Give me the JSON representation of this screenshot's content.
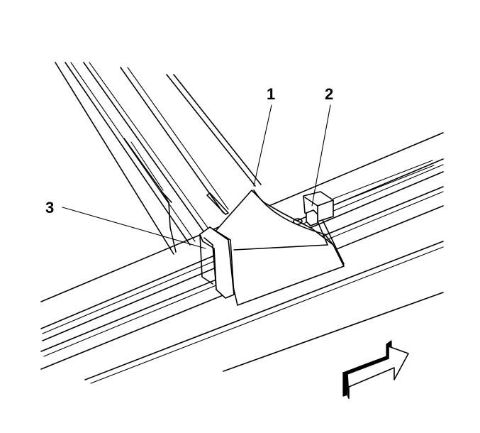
{
  "callouts": [
    {
      "id": "1",
      "label": "1"
    },
    {
      "id": "2",
      "label": "2"
    },
    {
      "id": "3",
      "label": "3"
    }
  ],
  "direction_arrow": {
    "icon": "forward-arrow-icon"
  }
}
